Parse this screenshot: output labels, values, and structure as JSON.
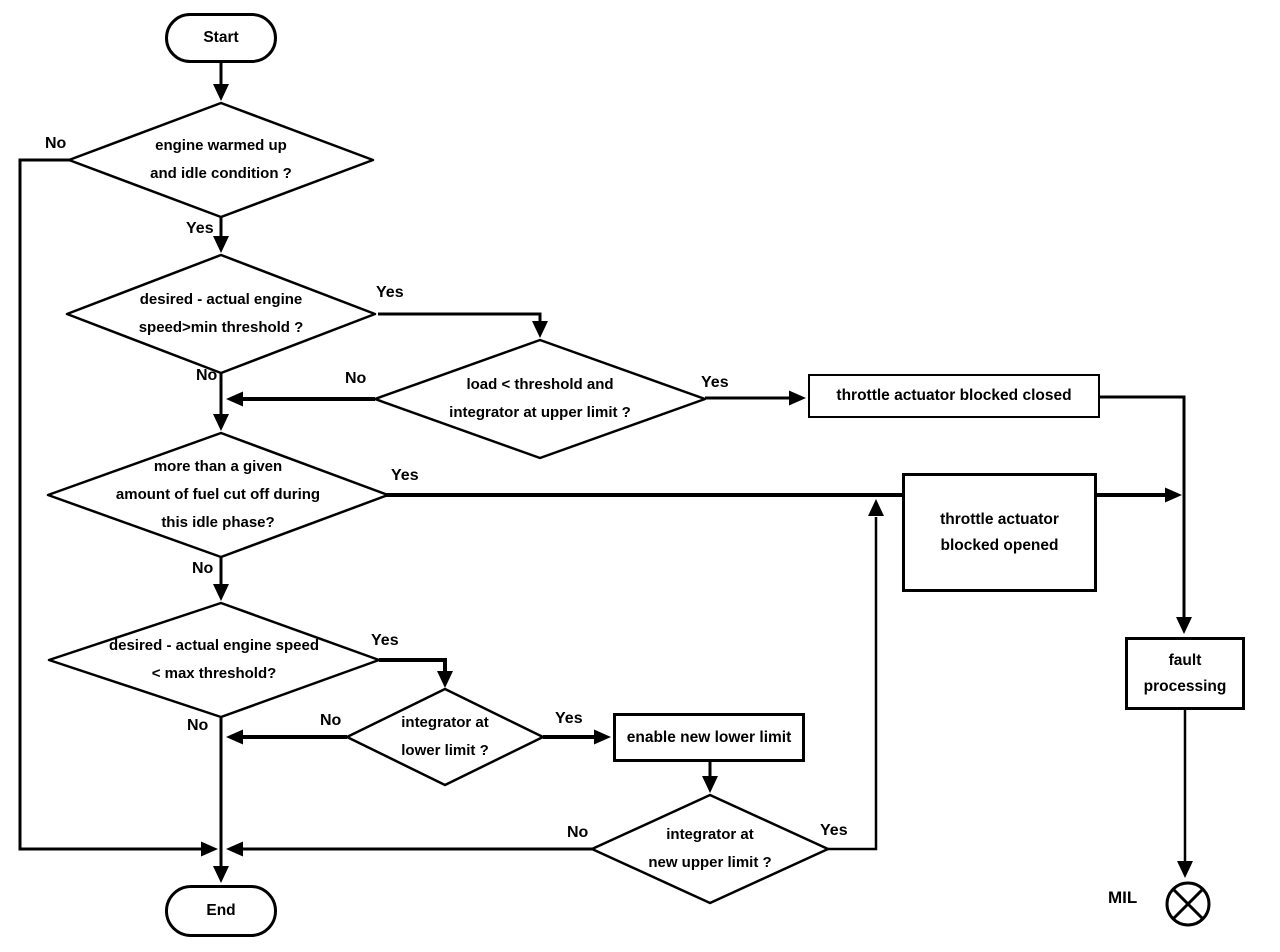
{
  "nodes": {
    "start": {
      "label": "Start"
    },
    "engine_warm": {
      "lines": [
        "engine warmed up",
        "and idle condition ?"
      ]
    },
    "speed_min": {
      "lines": [
        "desired - actual engine",
        "speed>min threshold ?"
      ]
    },
    "load_threshold": {
      "lines": [
        "load < threshold and",
        "integrator at upper limit ?"
      ]
    },
    "blocked_closed": {
      "label": "throttle actuator blocked closed"
    },
    "fuel_cutoff": {
      "lines": [
        "more than a given",
        "amount of fuel cut off during",
        "this idle phase?"
      ]
    },
    "blocked_opened": {
      "lines": [
        "throttle actuator",
        "blocked opened"
      ]
    },
    "speed_max": {
      "lines": [
        "desired - actual engine speed",
        "< max threshold?"
      ]
    },
    "integrator_lower": {
      "lines": [
        "integrator at",
        "lower limit ?"
      ]
    },
    "enable_lower": {
      "label": "enable new lower limit"
    },
    "integrator_new_upper": {
      "lines": [
        "integrator at",
        "new upper limit ?"
      ]
    },
    "fault": {
      "lines": [
        "fault",
        "processing"
      ]
    },
    "end": {
      "label": "End"
    },
    "mil": {
      "label": "MIL"
    }
  },
  "edge_labels": {
    "engine_warm_no": "No",
    "engine_warm_yes": "Yes",
    "speed_min_yes": "Yes",
    "speed_min_no": "No",
    "load_no": "No",
    "load_yes": "Yes",
    "fuel_yes": "Yes",
    "fuel_no": "No",
    "speed_max_yes": "Yes",
    "speed_max_no": "No",
    "lower_no": "No",
    "lower_yes": "Yes",
    "new_upper_no": "No",
    "new_upper_yes": "Yes"
  },
  "colors": {
    "ink": "#000000",
    "background": "#ffffff"
  }
}
